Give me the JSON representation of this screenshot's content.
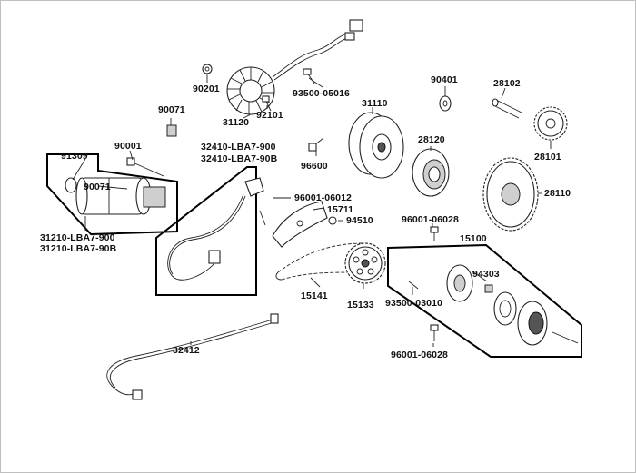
{
  "labels": {
    "p90201": "90201",
    "p93500_05016": "93500-05016",
    "p90071_top": "90071",
    "p31120": "31120",
    "p92101": "92101",
    "p90001": "90001",
    "p91309": "91309",
    "p90071_mid": "90071",
    "p32410_a": "32410-LBA7-900",
    "p32410_b": "32410-LBA7-90B",
    "p31210_a": "31210-LBA7-900",
    "p31210_b": "31210-LBA7-90B",
    "p31110": "31110",
    "p96600": "96600",
    "p90401": "90401",
    "p28102": "28102",
    "p28120": "28120",
    "p28101": "28101",
    "p28110": "28110",
    "p96001_06012": "96001-06012",
    "p15711": "15711",
    "p94510": "94510",
    "p96001_06028_top": "96001-06028",
    "p15100": "15100",
    "p94303": "94303",
    "p15141": "15141",
    "p15133": "15133",
    "p93500_03010": "93500-03010",
    "p32412": "32412",
    "p96001_06028_bot": "96001-06028"
  }
}
